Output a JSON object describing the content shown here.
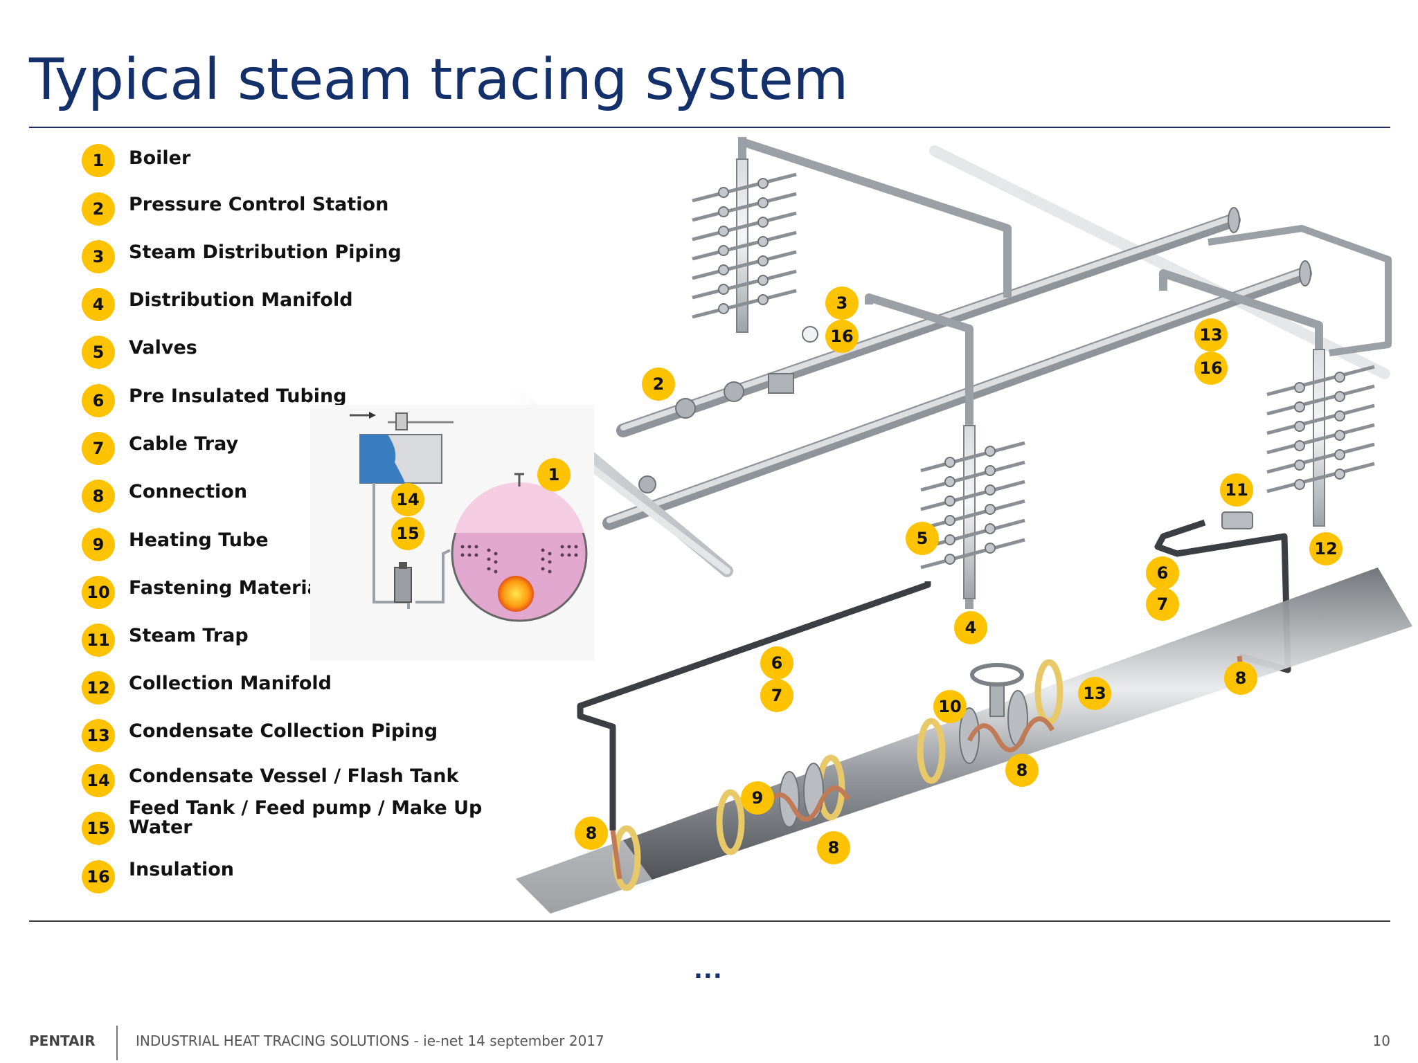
{
  "title": "Typical steam tracing system",
  "legend": [
    {
      "number": "1",
      "label": "Boiler"
    },
    {
      "number": "2",
      "label": "Pressure Control Station"
    },
    {
      "number": "3",
      "label": "Steam Distribution Piping"
    },
    {
      "number": "4",
      "label": "Distribution Manifold"
    },
    {
      "number": "5",
      "label": "Valves"
    },
    {
      "number": "6",
      "label": "Pre Insulated Tubing"
    },
    {
      "number": "7",
      "label": "Cable Tray"
    },
    {
      "number": "8",
      "label": "Connection"
    },
    {
      "number": "9",
      "label": "Heating Tube"
    },
    {
      "number": "10",
      "label": "Fastening Material"
    },
    {
      "number": "11",
      "label": "Steam Trap"
    },
    {
      "number": "12",
      "label": "Collection Manifold"
    },
    {
      "number": "13",
      "label": "Condensate Collection Piping"
    },
    {
      "number": "14",
      "label": "Condensate Vessel / Flash Tank"
    },
    {
      "number": "15",
      "label": "Feed Tank / Feed pump / Make Up Water"
    },
    {
      "number": "16",
      "label": "Insulation"
    }
  ],
  "diagram_markers": [
    "1",
    "2",
    "3",
    "16",
    "13",
    "16",
    "14",
    "15",
    "5",
    "11",
    "12",
    "6",
    "7",
    "4",
    "6",
    "7",
    "10",
    "13",
    "8",
    "9",
    "8",
    "8",
    "8"
  ],
  "ellipsis": "...",
  "footer": {
    "brand": "PENTAIR",
    "text": "INDUSTRIAL HEAT TRACING SOLUTIONS  -  ie-net  14 september 2017",
    "page": "10"
  },
  "colors": {
    "title": "#14306b",
    "badge": "#fdc300",
    "pipe": "#a9adb3",
    "insulated_pipe": "#3b3f44",
    "insulation_ring": "#e8c96a",
    "heating_tube": "#c07a55",
    "boiler": "#e2a7cf",
    "flash_tank_water": "#3a7ec1"
  }
}
